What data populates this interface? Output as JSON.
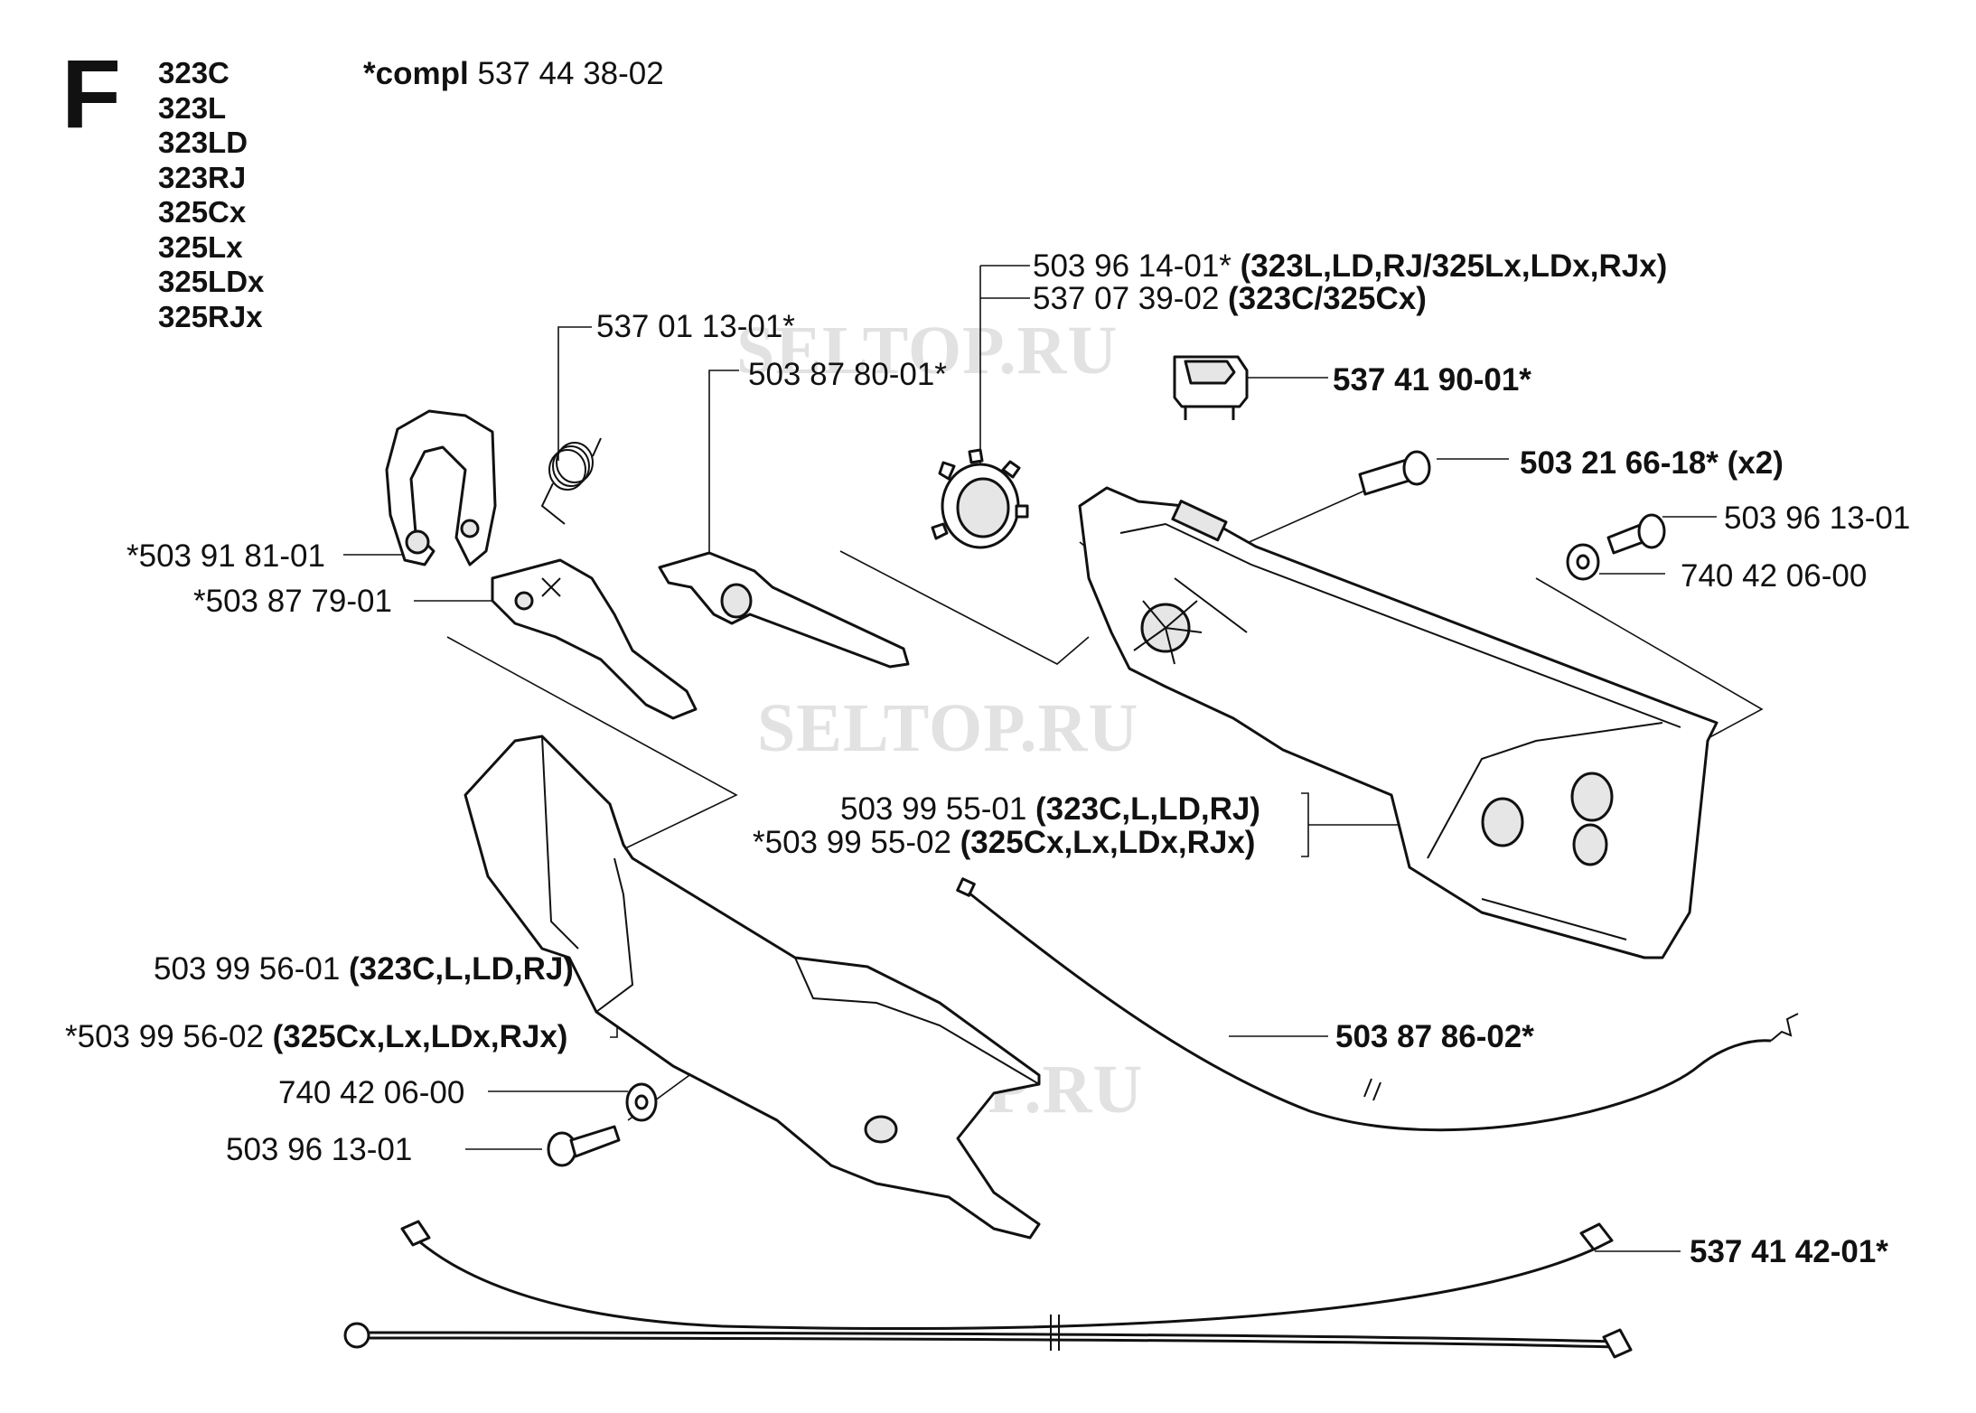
{
  "section": "F",
  "models": [
    "323C",
    "323L",
    "323LD",
    "323RJ",
    "325Cx",
    "325Lx",
    "325LDx",
    "325RJx"
  ],
  "compl": {
    "prefix": "*compl",
    "number": "537 44 38-02"
  },
  "watermark": "SELTOP.RU",
  "parts": {
    "p_503961401": {
      "num": "503 96 14-01*",
      "note": "(323L,LD,RJ/325Lx,LDx,RJx)"
    },
    "p_537073902": {
      "num": "537 07 39-02",
      "note": "(323C/325Cx)"
    },
    "p_537011301": {
      "num": "537 01 13-01*"
    },
    "p_503878001": {
      "num": "503 87 80-01*"
    },
    "p_537419001": {
      "num": "537 41 90-01*"
    },
    "p_503216618": {
      "num": "503 21 66-18* (x2)"
    },
    "p_503961301_a": {
      "num": "503 96 13-01"
    },
    "p_740420600_a": {
      "num": "740 42 06-00"
    },
    "p_503918101": {
      "num": "*503 91 81-01"
    },
    "p_503877901": {
      "num": "*503 87 79-01"
    },
    "p_503995501": {
      "num": "503 99 55-01",
      "note": "(323C,L,LD,RJ)"
    },
    "p_503995502": {
      "num": "*503 99 55-02",
      "note": "(325Cx,Lx,LDx,RJx)"
    },
    "p_503995601": {
      "num": "503 99 56-01",
      "note": "(323C,L,LD,RJ)"
    },
    "p_503995602": {
      "num": "*503 99 56-02",
      "note": "(325Cx,Lx,LDx,RJx)"
    },
    "p_503878602": {
      "num": "503 87 86-02*"
    },
    "p_740420600_b": {
      "num": "740 42 06-00"
    },
    "p_503961301_b": {
      "num": "503 96 13-01"
    },
    "p_537414201": {
      "num": "537 41 42-01*"
    }
  }
}
